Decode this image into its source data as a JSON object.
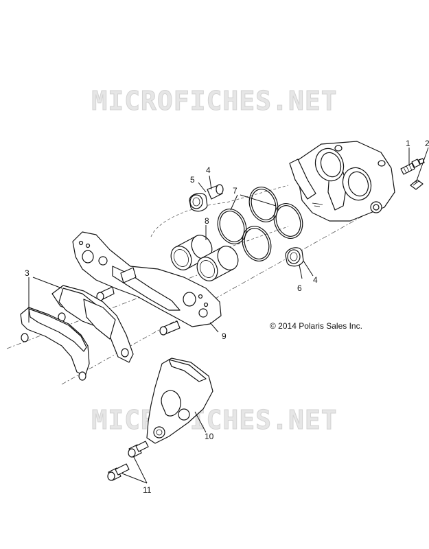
{
  "watermark": {
    "text": "MICROFICHES.NET"
  },
  "copyright": "© 2014 Polaris Sales Inc.",
  "callouts": {
    "c1": "1",
    "c2": "2",
    "c3": "3",
    "c4a": "4",
    "c4b": "4",
    "c5": "5",
    "c6": "6",
    "c7": "7",
    "c8": "8",
    "c9": "9",
    "c10": "10",
    "c11": "11"
  },
  "parts": [
    {
      "ref": "1",
      "part": "bleeder-screw"
    },
    {
      "ref": "2",
      "part": "bleeder-cap"
    },
    {
      "ref": "3",
      "part": "brake-pads"
    },
    {
      "ref": "4",
      "part": "guide-pin-bushing"
    },
    {
      "ref": "5",
      "part": "boot"
    },
    {
      "ref": "6",
      "part": "boot"
    },
    {
      "ref": "7",
      "part": "piston-seals"
    },
    {
      "ref": "8",
      "part": "pistons"
    },
    {
      "ref": "9",
      "part": "caliper-bracket"
    },
    {
      "ref": "10",
      "part": "mount-bracket"
    },
    {
      "ref": "11",
      "part": "bolts"
    }
  ]
}
